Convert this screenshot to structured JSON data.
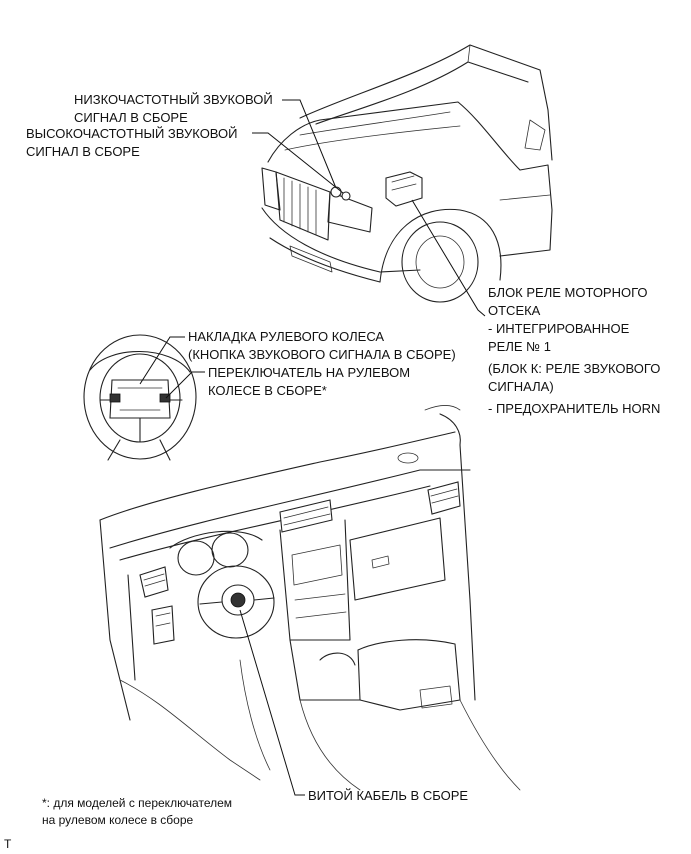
{
  "labels": {
    "low_horn": [
      "НИЗКОЧАСТОТНЫЙ ЗВУКОВОЙ",
      "СИГНАЛ В СБОРЕ"
    ],
    "high_horn": [
      "ВЫСОКОЧАСТОТНЫЙ ЗВУКОВОЙ",
      "СИГНАЛ В СБОРЕ"
    ],
    "relay_block": {
      "title": [
        "БЛОК РЕЛЕ МОТОРНОГО",
        "ОТСЕКА"
      ],
      "relay": [
        "- ИНТЕГРИРОВАННОЕ",
        "РЕЛЕ № 1"
      ],
      "block_k": [
        "(БЛОК К: РЕЛЕ ЗВУКОВОГО",
        "СИГНАЛА)"
      ],
      "fuse": "- ПРЕДОХРАНИТЕЛЬ HORN"
    },
    "wheel_pad": [
      "НАКЛАДКА РУЛЕВОГО КОЛЕСА",
      "(КНОПКА ЗВУКОВОГО СИГНАЛА В СБОРЕ)"
    ],
    "wheel_switch": [
      "ПЕРЕКЛЮЧАТЕЛЬ НА РУЛЕВОМ",
      "КОЛЕСЕ В СБОРЕ*"
    ],
    "spiral_cable": "ВИТОЙ КАБЕЛЬ В СБОРЕ"
  },
  "footnote": [
    "*: для моделей с переключателем",
    "на рулевом колесе в сборе"
  ],
  "corner_mark": "T"
}
